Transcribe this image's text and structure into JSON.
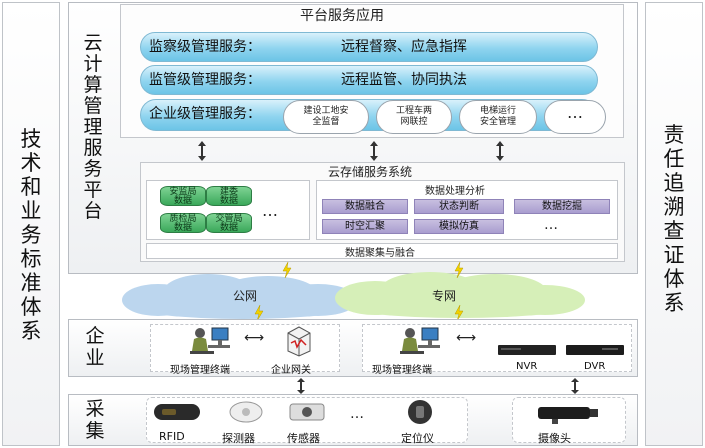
{
  "left_sidebar": {
    "title": "技\n术\n和\n业\n务\n标\n准\n体\n系"
  },
  "right_sidebar": {
    "title": "责\n任\n追\n溯\n查\n证\n体\n系"
  },
  "cloud_platform": {
    "side_label": "云\n计\n算\n管\n理\n服\n务\n平\n台",
    "app_title": "平台服务应用",
    "rows": [
      {
        "label": "监察级管理服务：",
        "value": "远程督察、应急指挥"
      },
      {
        "label": "监管级管理服务：",
        "value": "远程监管、协同执法"
      }
    ],
    "enterprise_row": {
      "label": "企业级管理服务：",
      "items": [
        "建设工地安\n全监督",
        "工程车两\n网联控",
        "电梯运行\n安全管理",
        "…"
      ]
    },
    "storage": {
      "title": "云存储服务系统",
      "databases": [
        "安监局\n数据",
        "建委\n数据",
        "质检局\n数据",
        "交管局\n数据"
      ],
      "db_more": "…",
      "analysis_title": "数据处理分析",
      "analysis_items": [
        "数据融合",
        "状态判断",
        "数据挖掘",
        "时空汇聚",
        "模拟仿真",
        "…"
      ],
      "aggregation": "数据聚集与融合"
    }
  },
  "network": {
    "public": "公网",
    "private": "专网"
  },
  "enterprise": {
    "side_label": "企\n业",
    "left_group": {
      "terminal": "现场管理终端",
      "gateway": "企业网关"
    },
    "right_group": {
      "terminal": "现场管理终端",
      "nvr": "NVR",
      "dvr": "DVR"
    }
  },
  "collection": {
    "side_label": "采\n集",
    "devices": [
      "RFID",
      "探测器",
      "传感器",
      "定位仪"
    ],
    "more": "…",
    "camera": "摄像头"
  },
  "colors": {
    "pill": "#8fd4ef",
    "database": "#3aa85a",
    "chip": "#a99dcf",
    "private_cloud": "#d6efb8",
    "public_cloud": "#bcd6ee"
  }
}
